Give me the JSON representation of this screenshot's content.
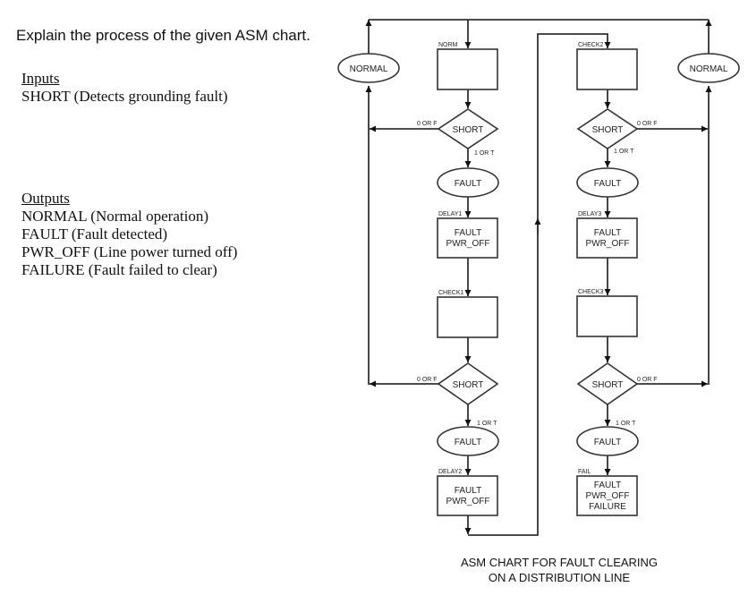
{
  "question": "Explain the process of the given ASM chart.",
  "inputs": {
    "heading": "Inputs",
    "items": [
      "SHORT (Detects grounding fault)"
    ]
  },
  "outputs": {
    "heading": "Outputs",
    "items": [
      "NORMAL (Normal operation)",
      "FAULT (Fault detected)",
      "PWR_OFF (Line power turned off)",
      "FAILURE (Fault failed to clear)"
    ]
  },
  "diagram": {
    "caption_line1": "ASM CHART FOR FAULT CLEARING",
    "caption_line2": "ON A DISTRIBUTION LINE",
    "left_column": {
      "normal_oval": "NORMAL",
      "state_norm": {
        "name": "NORM",
        "outputs": []
      },
      "decision1": {
        "label": "SHORT",
        "false_branch": "0 OR F",
        "true_branch": "1 OR T"
      },
      "fault_oval1": "FAULT",
      "state_delay1": {
        "name": "DELAY1",
        "outputs": [
          "FAULT",
          "PWR_OFF"
        ]
      },
      "state_check1": {
        "name": "CHECK1",
        "outputs": []
      },
      "decision2": {
        "label": "SHORT",
        "false_branch": "0 OR F",
        "true_branch": "1 OR T"
      },
      "fault_oval2": "FAULT",
      "state_delay2": {
        "name": "DELAY2",
        "outputs": [
          "FAULT",
          "PWR_OFF"
        ]
      }
    },
    "right_column": {
      "normal_oval": "NORMAL",
      "state_check2": {
        "name": "CHECK2",
        "outputs": []
      },
      "decision3": {
        "label": "SHORT",
        "false_branch": "0 OR F",
        "true_branch": "1 OR T"
      },
      "fault_oval3": "FAULT",
      "state_delay3": {
        "name": "DELAY3",
        "outputs": [
          "FAULT",
          "PWR_OFF"
        ]
      },
      "state_check3": {
        "name": "CHECK3",
        "outputs": []
      },
      "decision4": {
        "label": "SHORT",
        "false_branch": "0 OR F",
        "true_branch": "1 OR T"
      },
      "fault_oval4": "FAULT",
      "state_fail": {
        "name": "FAIL",
        "outputs": [
          "FAULT",
          "PWR_OFF",
          "FAILURE"
        ]
      }
    }
  }
}
